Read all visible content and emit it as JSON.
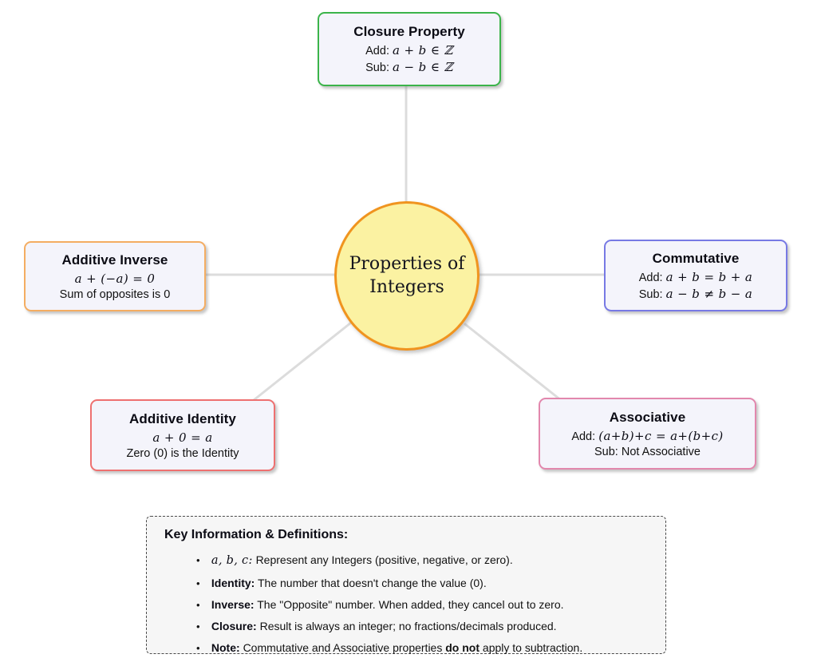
{
  "center": {
    "line1": "Properties of",
    "line2": "Integers"
  },
  "nodes": {
    "closure": {
      "title": "Closure Property",
      "row1_label": "Add:",
      "row1_math": "a + b ∈ ℤ",
      "row2_label": "Sub:",
      "row2_math": "a − b ∈ ℤ"
    },
    "inverse": {
      "title": "Additive Inverse",
      "row1_math": "a + (−a) = 0",
      "row2_plain": "Sum of opposites is 0"
    },
    "commutative": {
      "title": "Commutative",
      "row1_label": "Add:",
      "row1_math": "a + b = b + a",
      "row2_label": "Sub:",
      "row2_math": "a − b ≠ b − a"
    },
    "identity": {
      "title": "Additive Identity",
      "row1_math": "a + 0 = a",
      "row2_plain": "Zero (0) is the Identity"
    },
    "associative": {
      "title": "Associative",
      "row1_label": "Add:",
      "row1_math": "(a+b)+c = a+(b+c)",
      "row2_label": "Sub:",
      "row2_plain": "Not Associative"
    }
  },
  "keybox": {
    "title": "Key Information & Definitions:",
    "bullet_glyph": "•",
    "bullets": [
      {
        "lead": "a, b, c:",
        "text": "Represent any Integers (positive, negative, or zero)."
      },
      {
        "lead": "Identity:",
        "text": "The number that doesn't change the value (0)."
      },
      {
        "lead": "Inverse:",
        "text": "The \"Opposite\" number. When added, they cancel out to zero."
      },
      {
        "lead": "Closure:",
        "text": "Result is always an integer; no fractions/decimals produced."
      },
      {
        "lead": "Note:",
        "text_pre": "Commutative and Associative properties",
        "text_bold": "do not",
        "text_post": "apply to subtraction."
      }
    ]
  },
  "colors": {
    "closure_border": "#3bb44a",
    "inverse_border": "#f4ad62",
    "commutative_border": "#7779e4",
    "identity_border": "#ee7070",
    "associative_border": "#e287ad",
    "node_fill": "#f4f4fb",
    "circle_fill": "#fbf2a2",
    "circle_border": "#f0941f",
    "connector_line": "#dcdcdc",
    "keybox_fill": "#f6f6f6",
    "keybox_border": "#4a4a4a"
  }
}
